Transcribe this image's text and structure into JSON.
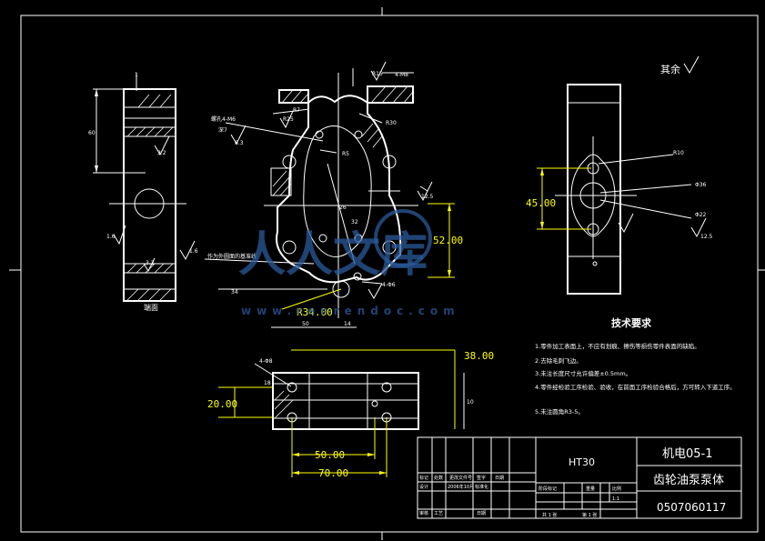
{
  "drawing": {
    "roughness_note": "其余",
    "tech_title": "技术要求",
    "tech_items": [
      "1.零件加工表面上，不应有划痕、擦伤等损伤零件表面的缺陷。",
      "2.去除毛刺飞边。",
      "3.未注长度尺寸允许偏差±0.5mm。",
      "4.零件经检验工序检验、验收，在前面工序检验合格后，方可转入下道工序。",
      "5.未注圆角R3-5。"
    ],
    "left_view_caption": "端面",
    "dims_yellow": {
      "d45": "45.00",
      "d52": "52.00",
      "r34": "R34.00",
      "d38": "38.00",
      "d20": "20.00",
      "d50": "50.00",
      "d70": "70.00"
    },
    "dims_white": {
      "top_small": "1",
      "left_height": "60",
      "rough_32": "3.2",
      "rough_16a": "1.6",
      "rough_16b": "1.6",
      "rough_32b": "3.2",
      "hole_note": "4-M8",
      "thread_note": "螺孔4-M6",
      "depth_note": "深7",
      "rough_63": "6.3",
      "r7": "R7",
      "r5": "R5",
      "r30": "R30",
      "r25": "R25",
      "r26": "26",
      "r15": "R15",
      "d32": "32",
      "d4_6": "4-Φ6",
      "d50w": "50",
      "d14": "14",
      "d34": "34",
      "r10": "R10",
      "phi36": "Φ36",
      "phi22": "Φ22",
      "rough_125": "12.5",
      "rough_125b": "12.5",
      "note_pump": "作为外圆面的基准线",
      "d4phi8": "4-Φ8",
      "d18": "18",
      "d10": "10"
    },
    "title_block": {
      "material": "HT30",
      "project": "机电05-1",
      "part_name": "齿轮油泵泵体",
      "student_no": "0507060117",
      "row_labels": [
        "标记",
        "处数",
        "更改文件号",
        "签字",
        "日期"
      ],
      "row_labels2": [
        "设计",
        "标准化",
        "审核",
        "工艺",
        "日期"
      ],
      "stage_labels": [
        "阶段标记",
        "重量",
        "比例"
      ],
      "scale": "1:1",
      "sheet": "共 1 张",
      "sheet2": "第 1 张",
      "design_name": "2006年10月"
    },
    "watermark": {
      "text": "人人文库",
      "url": "www.renrendoc.com"
    }
  }
}
